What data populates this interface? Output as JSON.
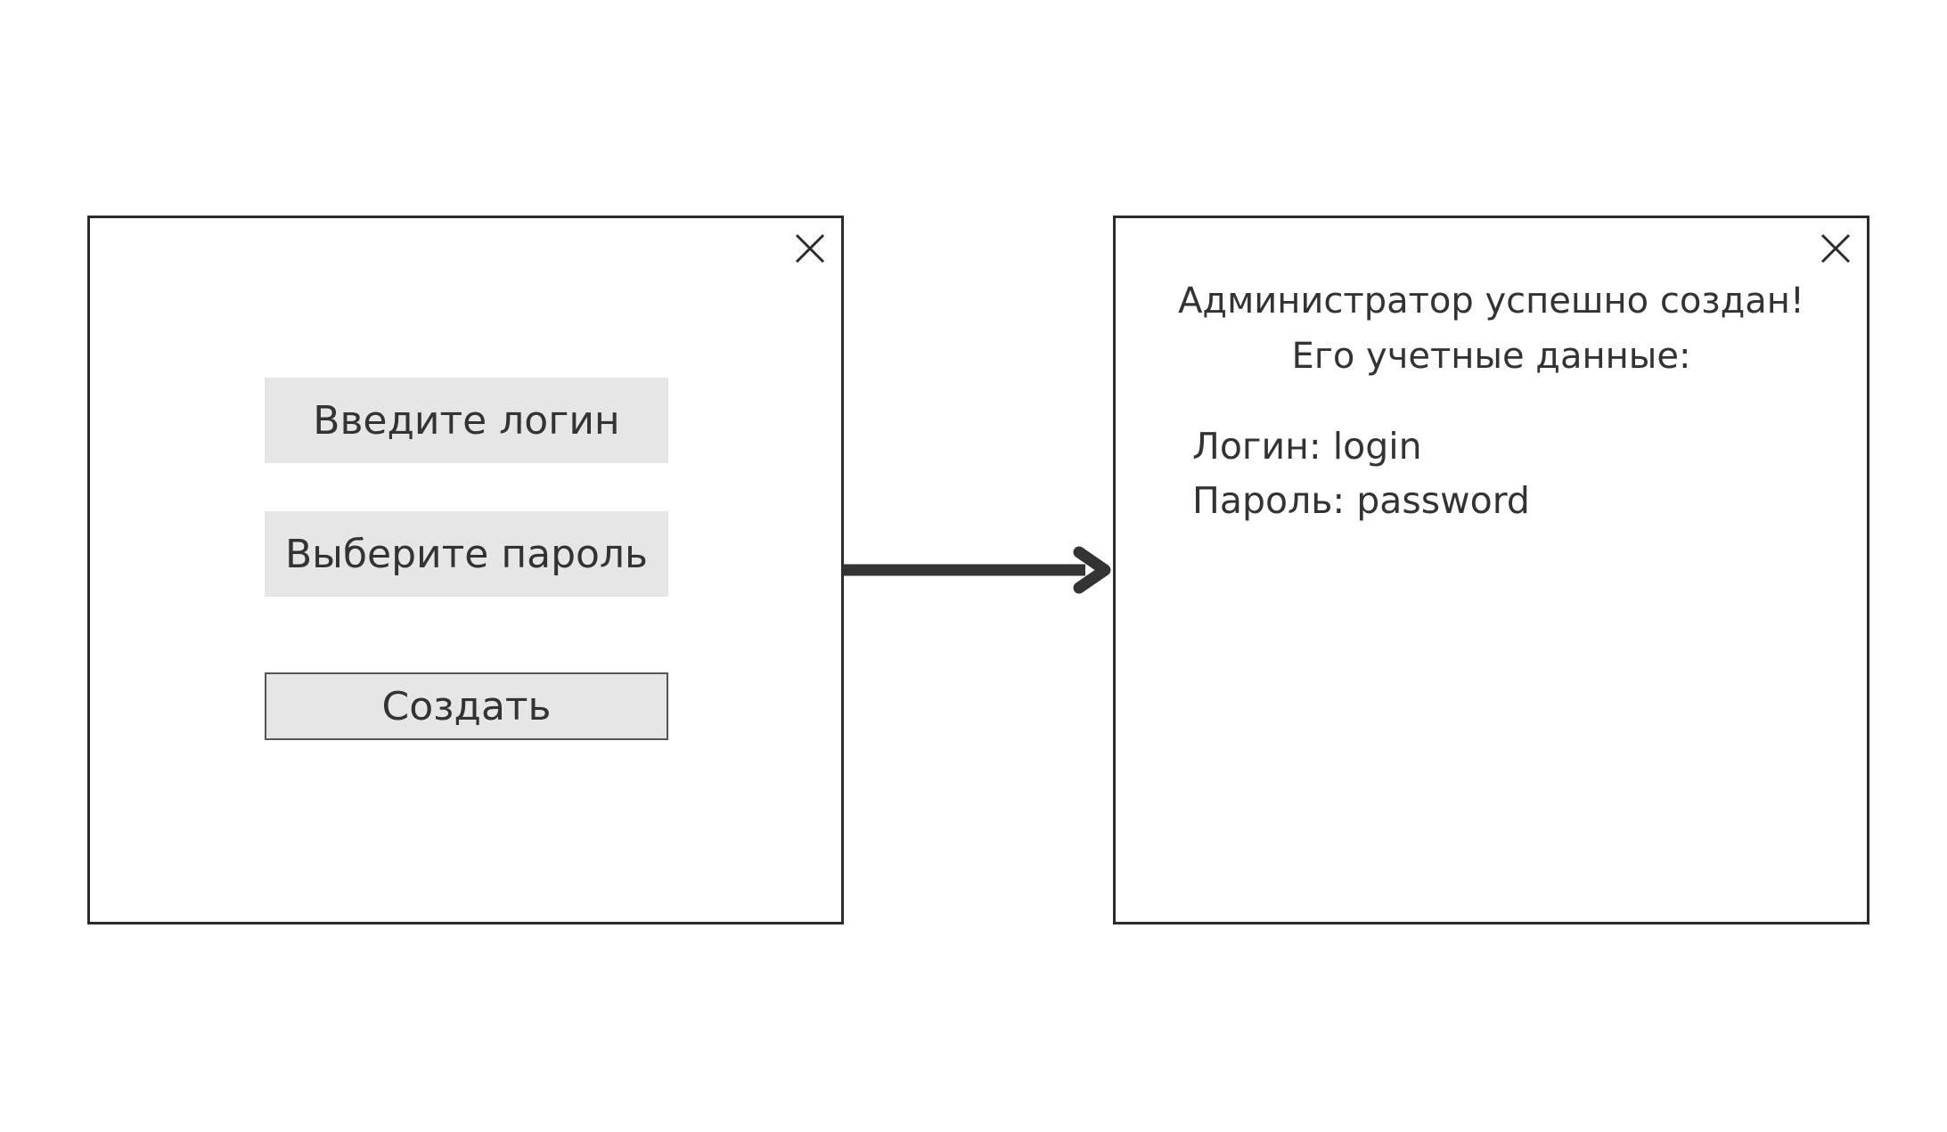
{
  "create_dialog": {
    "login_placeholder": "Введите логин",
    "password_placeholder": "Выберите пароль",
    "create_button_label": "Создать",
    "close_icon": "close-icon"
  },
  "result_dialog": {
    "message_line1": "Администратор успешно создан!",
    "message_line2": "Его учетные данные:",
    "login_line": "Логин: login",
    "password_line": "Пароль: password",
    "close_icon": "close-icon"
  },
  "flow_arrow_icon": "arrow-right-icon",
  "colors": {
    "border": "#2b2b2b",
    "field_background": "#e6e6e6",
    "text": "#333333",
    "arrow": "#333333"
  }
}
